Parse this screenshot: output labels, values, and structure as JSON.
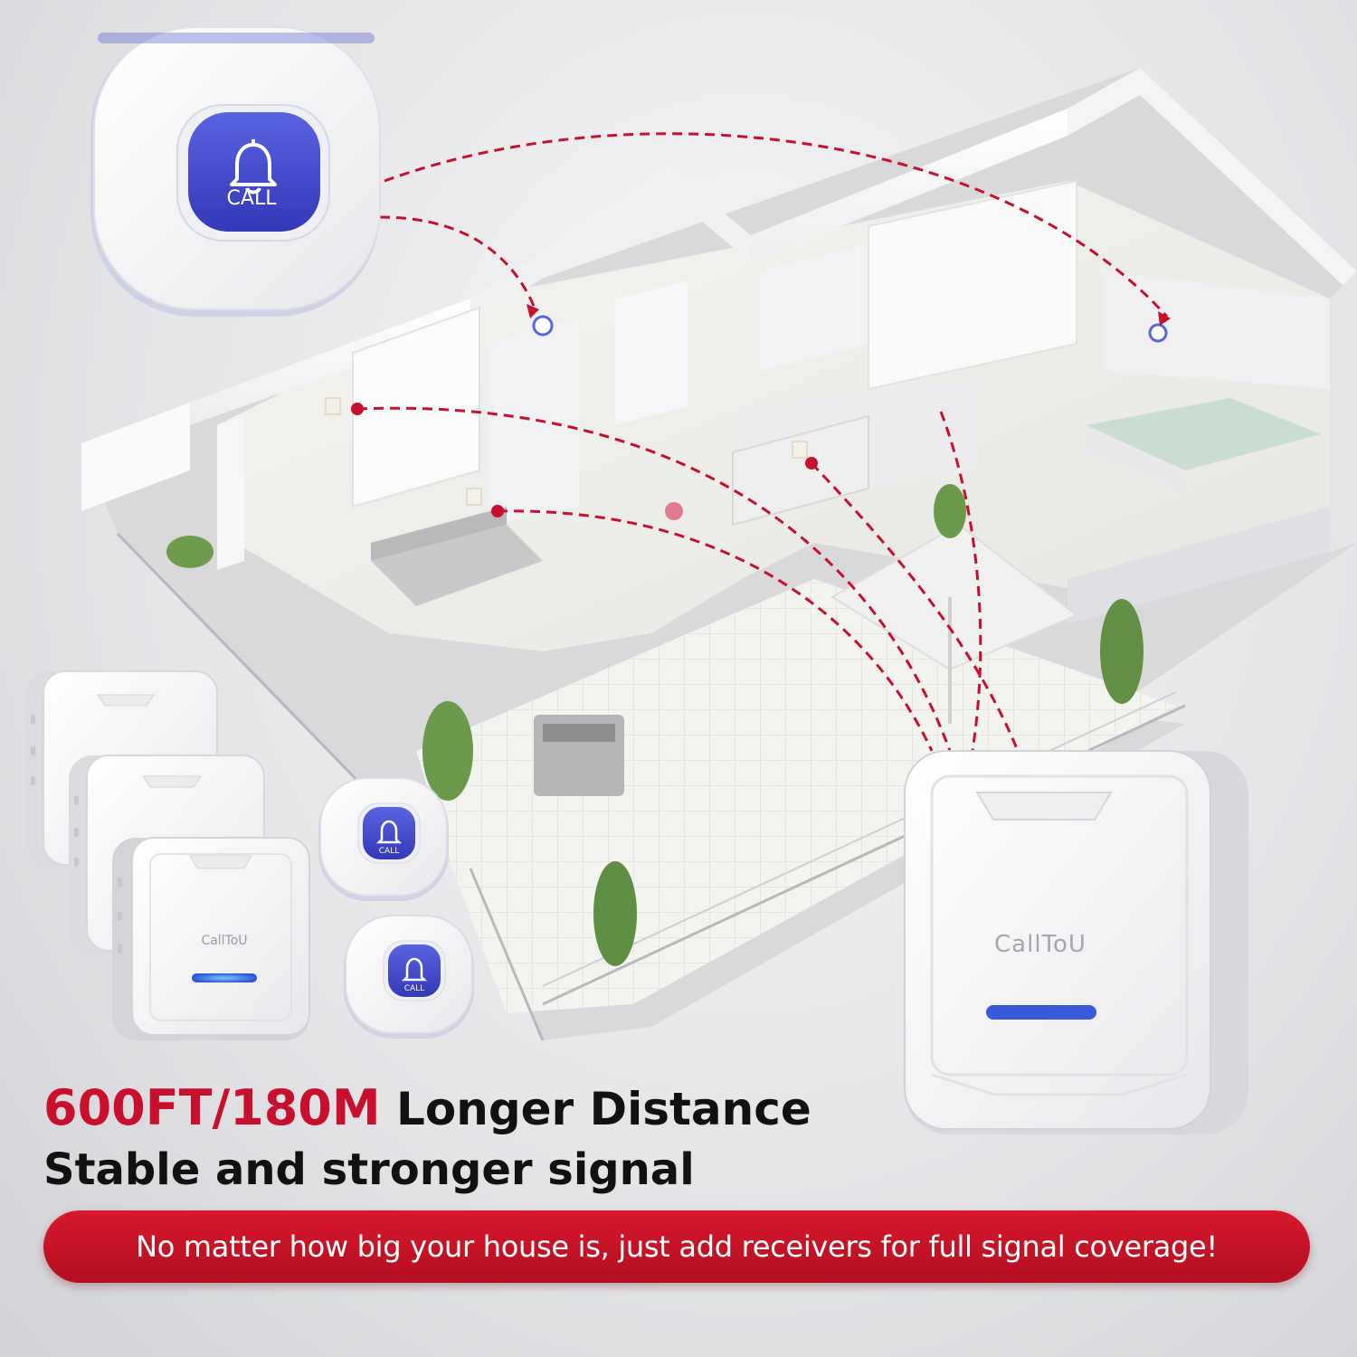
{
  "headline": {
    "range": "600FT/180M",
    "rest": "Longer Distance"
  },
  "subline": "Stable and stronger signal",
  "banner": "No matter how big your house is, just add receivers for full signal coverage!",
  "call_button": {
    "label": "CALL",
    "icon": "bell-icon"
  },
  "receiver": {
    "brand": "CallToU",
    "indicator_color": "#3a5bd9"
  },
  "colors": {
    "accent": "#c8102e",
    "button_blue": "#3e48c9",
    "signal_line": "#c8102e"
  }
}
